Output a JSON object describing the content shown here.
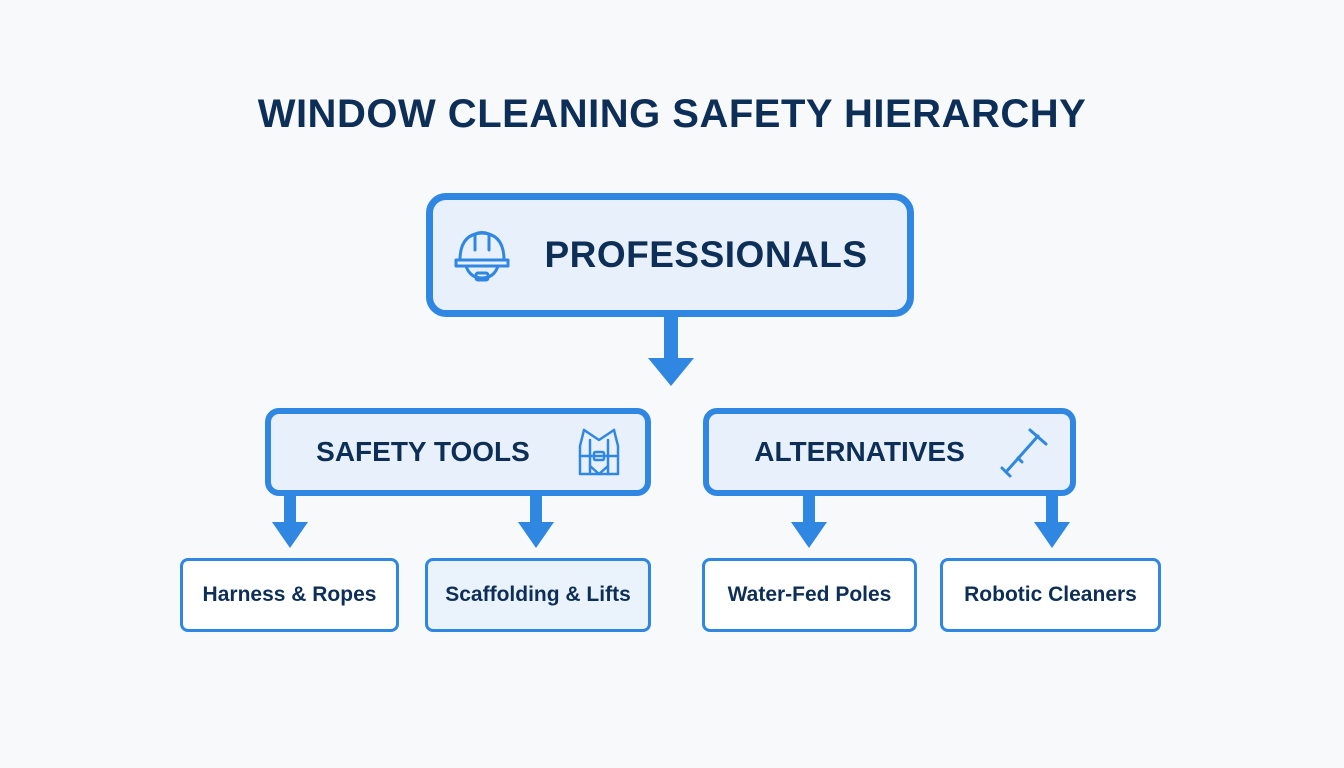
{
  "title": "WINDOW CLEANING SAFETY HIERARCHY",
  "root": {
    "label": "PROFESSIONALS",
    "icon": "hard-hat-icon"
  },
  "branches": [
    {
      "label": "SAFETY TOOLS",
      "icon": "safety-harness-icon",
      "children": [
        "Harness & Ropes",
        "Scaffolding & Lifts"
      ]
    },
    {
      "label": "ALTERNATIVES",
      "icon": "water-fed-pole-icon",
      "children": [
        "Water-Fed Poles",
        "Robotic Cleaners"
      ]
    }
  ],
  "colors": {
    "accent": "#2f87e2",
    "text": "#0d2f57",
    "box_fill": "#e8f1fb"
  }
}
